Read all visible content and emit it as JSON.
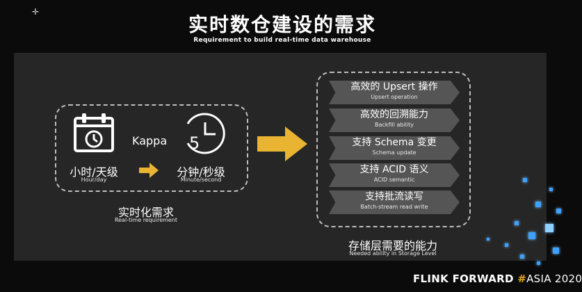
{
  "header": {
    "title": "实时数仓建设的需求",
    "subtitle": "Requirement to build real-time data warehouse"
  },
  "left_group": {
    "kappa": "Kappa",
    "hour_day_label": "小时/天级",
    "hour_day_sub": "Hour/day",
    "minute_second_label": "分钟/秒级",
    "minute_second_sub": "Minute/second",
    "clock_number": "5",
    "group_label": "实时化需求",
    "group_sub": "Real-time requirement"
  },
  "right_group": {
    "capabilities": [
      {
        "title": "高效的 Upsert 操作",
        "sub": "Upsert operation"
      },
      {
        "title": "高效的回溯能力",
        "sub": "Backfill ability"
      },
      {
        "title": "支持 Schema 变更",
        "sub": "Schema update"
      },
      {
        "title": "支持 ACID 语义",
        "sub": "ACID semantic"
      },
      {
        "title": "支持批流读写",
        "sub": "Batch-stream read write"
      }
    ],
    "group_label": "存储层需要的能力",
    "group_sub": "Needed ability in Storage Level"
  },
  "brand": {
    "flink": "FLINK FORWARD",
    "hash": "#",
    "asia": "ASIA 2020"
  },
  "colors": {
    "background": "#0b0b0b",
    "panel": "#262626",
    "capability_fill": "#555555",
    "arrow": "#e9b431",
    "accent_hash": "#e0a21a",
    "glow": "#3ea0ff"
  },
  "icons": [
    "crosshair-icon",
    "calendar-icon",
    "clock-icon",
    "arrow-right-icon"
  ]
}
